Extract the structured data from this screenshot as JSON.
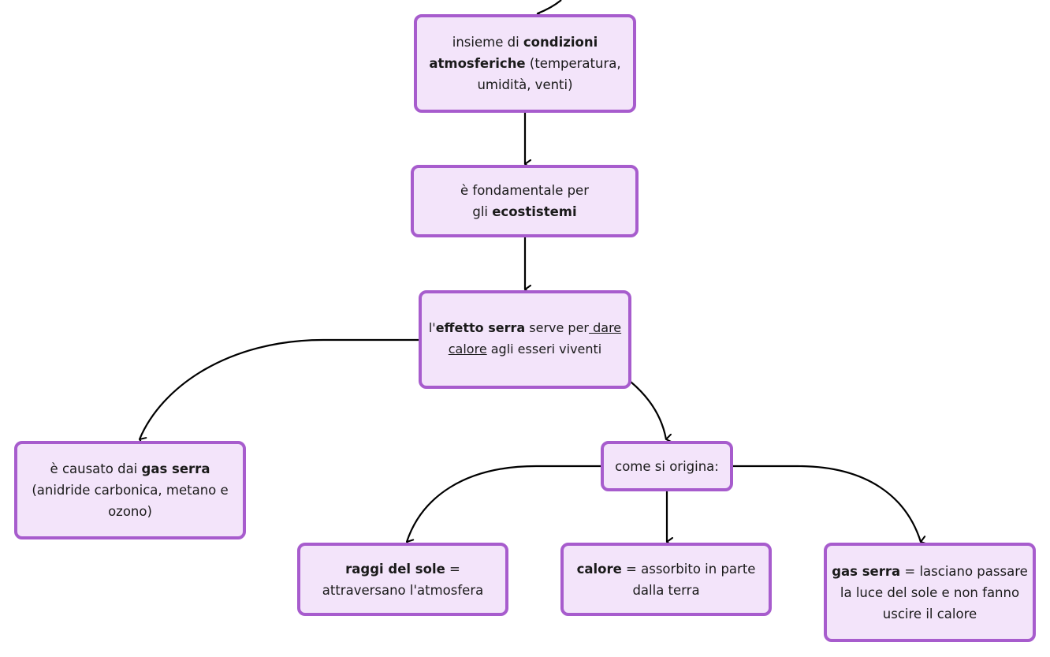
{
  "nodes": {
    "conditions": {
      "pre": "insieme di ",
      "bold": "condizioni atmosferiche",
      "post": " (temperatura, umidità, venti)"
    },
    "ecosystems": {
      "pre": "è fondamentale per gli ",
      "bold": "ecostistemi"
    },
    "greenhouse_effect": {
      "pre": "l'",
      "bold": "effetto serra",
      "mid": " serve per",
      "underline": " dare calore",
      "post": " agli esseri viventi"
    },
    "caused_by": {
      "pre": "è causato dai ",
      "bold": "gas serra",
      "post": " (anidride carbonica, metano e ozono)"
    },
    "origin": {
      "text": "come si origina:"
    },
    "sun_rays": {
      "bold": "raggi del sole",
      "post": " = attraversano l'atmosfera"
    },
    "heat": {
      "bold": "calore",
      "post": " = assorbito in parte dalla terra"
    },
    "gas": {
      "bold": "gas serra",
      "post": " = lasciano passare la luce del sole e non fanno uscire il calore"
    }
  },
  "colors": {
    "node_fill": "#f3e4fa",
    "node_border": "#a75ccd",
    "connector": "#000000"
  }
}
